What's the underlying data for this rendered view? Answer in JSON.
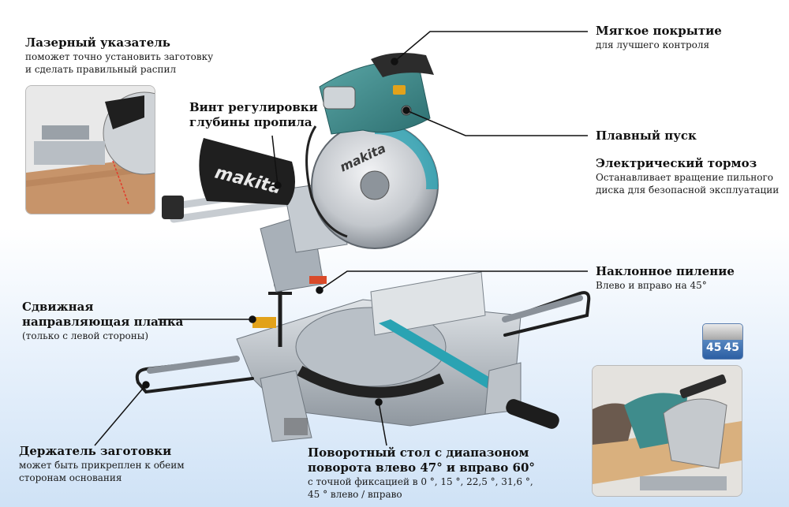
{
  "callouts": {
    "laser": {
      "title": "Лазерный указатель",
      "line1": "поможет точно установить заготовку",
      "line2": "и сделать правильный распил"
    },
    "depth": {
      "title1": "Винт регулировки",
      "title2": "глубины пропила"
    },
    "grip": {
      "title": "Мягкое покрытие",
      "desc": "для лучшего контроля"
    },
    "start": {
      "title": "Плавный пуск"
    },
    "brake": {
      "title": "Электрический тормоз",
      "line1": "Останавливает вращение пильного",
      "line2": "диска для безопасной эксплуатации"
    },
    "bevel": {
      "title": "Наклонное пиление",
      "desc": "Влево и вправо на 45°"
    },
    "fence": {
      "title1": "Сдвижная",
      "title2": "направляющая планка",
      "desc": "(только с левой стороны)"
    },
    "holder": {
      "title": "Держатель заготовки",
      "line1": "может быть прикреплен к обеим",
      "line2": "сторонам основания"
    },
    "table": {
      "title1": "Поворотный стол с диапазоном",
      "title2": "поворота влево 47° и вправо 60°",
      "line1": "с точной фиксацией в 0 °, 15 °, 22,5 °, 31,6 °,",
      "line2": "45 ° влево / вправо"
    }
  },
  "product": {
    "brand": "makita",
    "bevel_badge_left": "45",
    "bevel_badge_right": "45"
  },
  "colors": {
    "saw_teal": "#3f8c8c",
    "blade": "#c9ccd0",
    "base_gray": "#a9b0b8",
    "leader": "#111111"
  }
}
